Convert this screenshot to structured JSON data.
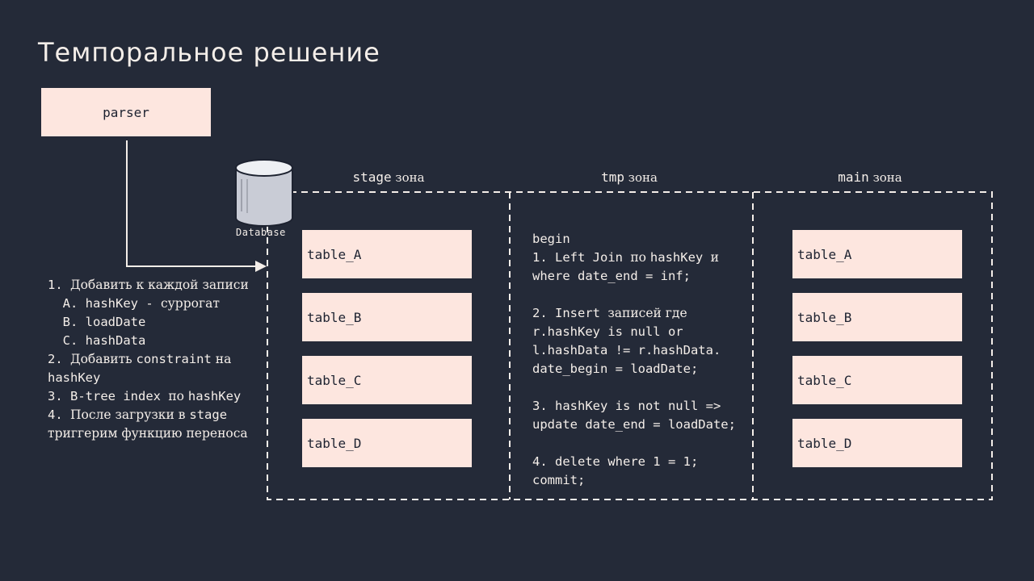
{
  "title": "Темпоральное решение",
  "parser": {
    "label": "parser"
  },
  "database": {
    "label": "Database"
  },
  "zones": [
    {
      "code": "stage",
      "word": "зона"
    },
    {
      "code": "tmp",
      "word": "зона"
    },
    {
      "code": "main",
      "word": "зона"
    }
  ],
  "stage_tables": [
    "table_A",
    "table_B",
    "table_C",
    "table_D"
  ],
  "main_tables": [
    "table_A",
    "table_B",
    "table_C",
    "table_D"
  ],
  "steps": [
    [
      {
        "t": "1. ",
        "m": true
      },
      {
        "t": "Добавить к каждой записи",
        "m": false
      }
    ],
    [
      {
        "t": "  A. hashKey - ",
        "m": true
      },
      {
        "t": "суррогат",
        "m": false
      }
    ],
    [
      {
        "t": "  B. loadDate",
        "m": true
      }
    ],
    [
      {
        "t": "  C. hashData",
        "m": true
      }
    ],
    [
      {
        "t": "2. ",
        "m": true
      },
      {
        "t": "Добавить ",
        "m": false
      },
      {
        "t": "constraint",
        "m": true
      },
      {
        "t": " на",
        "m": false
      }
    ],
    [
      {
        "t": "hashKey",
        "m": true
      }
    ],
    [
      {
        "t": "3. B-tree index ",
        "m": true
      },
      {
        "t": "по ",
        "m": false
      },
      {
        "t": "hashKey",
        "m": true
      }
    ],
    [
      {
        "t": "4. ",
        "m": true
      },
      {
        "t": "После загрузки в ",
        "m": false
      },
      {
        "t": "stage",
        "m": true
      }
    ],
    [
      {
        "t": "триггерим функцию переноса",
        "m": false
      }
    ]
  ],
  "tmp_lines": [
    [
      {
        "t": "begin",
        "m": true
      }
    ],
    [
      {
        "t": "1. Left Join ",
        "m": true
      },
      {
        "t": "по ",
        "m": false
      },
      {
        "t": "hashKey ",
        "m": true
      },
      {
        "t": "и",
        "m": false
      }
    ],
    [
      {
        "t": "where date_end = inf;",
        "m": true
      }
    ],
    [],
    [
      {
        "t": "2. Insert ",
        "m": true
      },
      {
        "t": "записей где",
        "m": false
      }
    ],
    [
      {
        "t": "r.hashKey is null or",
        "m": true
      }
    ],
    [
      {
        "t": "l.hashData != r.hashData.",
        "m": true
      }
    ],
    [
      {
        "t": "date_begin = loadDate;",
        "m": true
      }
    ],
    [],
    [
      {
        "t": "3. hashKey is not null =>",
        "m": true
      }
    ],
    [
      {
        "t": "update date_end = loadDate;",
        "m": true
      }
    ],
    [],
    [
      {
        "t": "4. delete where 1 = 1;",
        "m": true
      }
    ],
    [
      {
        "t": "commit;",
        "m": true
      }
    ]
  ],
  "colors": {
    "background": "#242a38",
    "box": "#fde6df",
    "text": "#f4eee9",
    "db_body": "#c9ccd6"
  }
}
